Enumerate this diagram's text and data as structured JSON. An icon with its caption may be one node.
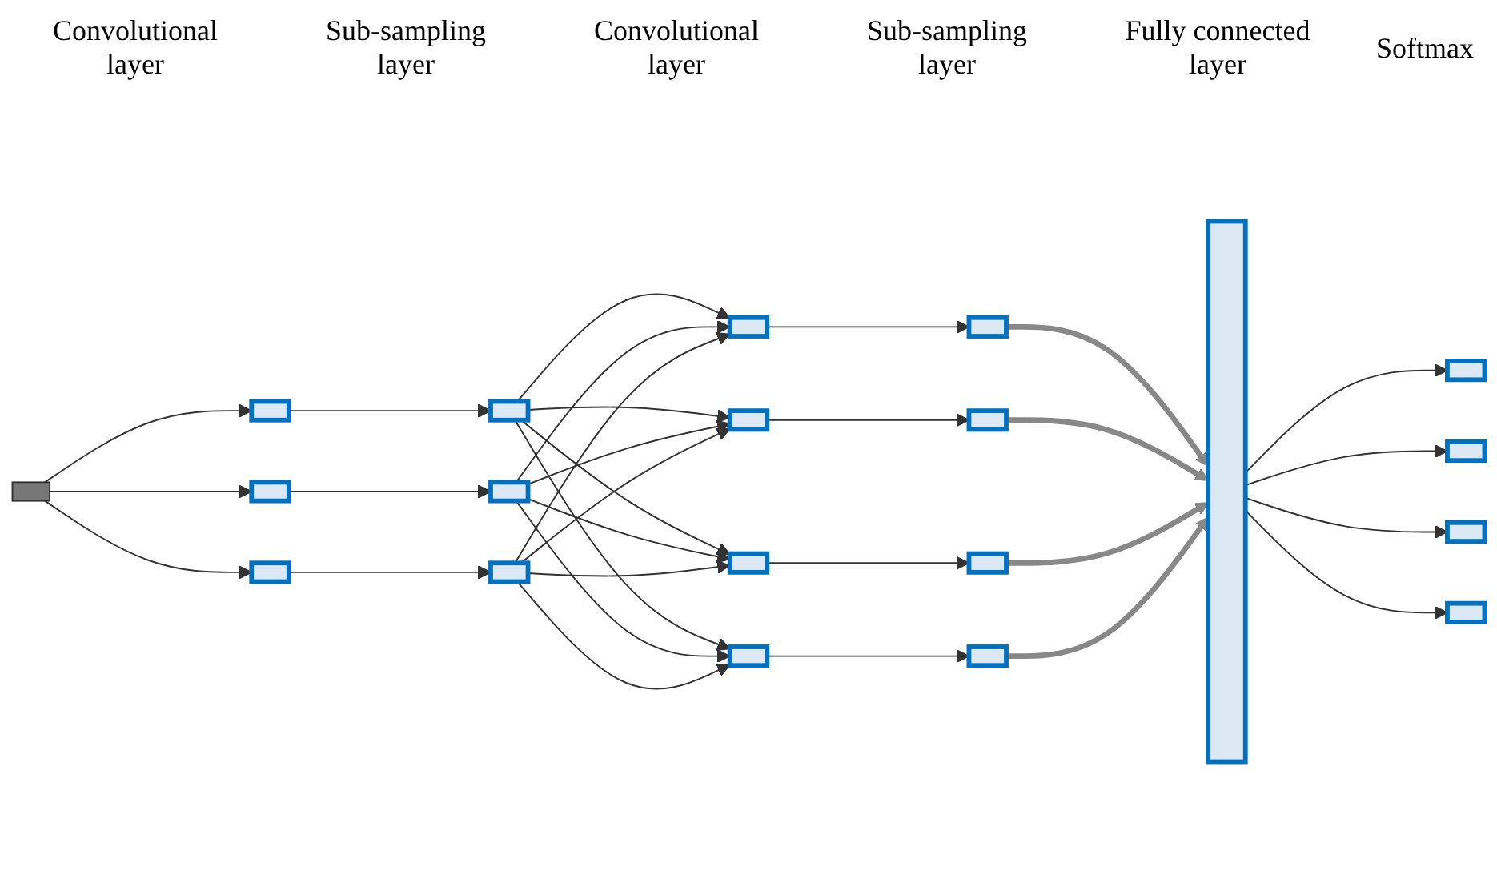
{
  "diagram": {
    "nodes": [
      {
        "text": [],
        "shape": "picture"
      },
      {
        "text": [],
        "shape": "box"
      },
      {
        "text": [],
        "shape": "box"
      },
      {
        "text": [],
        "shape": "box"
      },
      {
        "text": [],
        "shape": "box"
      },
      {
        "text": [],
        "shape": "box"
      },
      {
        "text": [],
        "shape": "box"
      },
      {
        "text": [],
        "shape": "box"
      },
      {
        "text": [],
        "shape": "box"
      },
      {
        "text": [],
        "shape": "box"
      },
      {
        "text": [],
        "shape": "box"
      },
      {
        "text": [],
        "shape": "box"
      },
      {
        "text": [],
        "shape": "box"
      },
      {
        "text": [],
        "shape": "box"
      },
      {
        "text": [],
        "shape": "box"
      },
      {
        "text": [],
        "shape": "bar"
      },
      {
        "text": [],
        "shape": "box"
      },
      {
        "text": [],
        "shape": "box"
      },
      {
        "text": [],
        "shape": "box"
      },
      {
        "text": [],
        "shape": "box"
      }
    ],
    "edges": [
      {
        "from": 0,
        "to": 1,
        "arrow": "to"
      },
      {
        "from": 0,
        "to": 2,
        "arrow": "to"
      },
      {
        "from": 0,
        "to": 3,
        "arrow": "to"
      },
      {
        "from": 1,
        "to": 4,
        "arrow": "to"
      },
      {
        "from": 2,
        "to": 5,
        "arrow": "to"
      },
      {
        "from": 3,
        "to": 6,
        "arrow": "to"
      },
      {
        "from": 4,
        "to": 7,
        "arrow": "to"
      },
      {
        "from": 4,
        "to": 8,
        "arrow": "to"
      },
      {
        "from": 4,
        "to": 9,
        "arrow": "to"
      },
      {
        "from": 4,
        "to": 10,
        "arrow": "to"
      },
      {
        "from": 5,
        "to": 7,
        "arrow": "to"
      },
      {
        "from": 5,
        "to": 8,
        "arrow": "to"
      },
      {
        "from": 5,
        "to": 9,
        "arrow": "to"
      },
      {
        "from": 5,
        "to": 10,
        "arrow": "to"
      },
      {
        "from": 6,
        "to": 7,
        "arrow": "to"
      },
      {
        "from": 6,
        "to": 8,
        "arrow": "to"
      },
      {
        "from": 6,
        "to": 9,
        "arrow": "to"
      },
      {
        "from": 6,
        "to": 10,
        "arrow": "to"
      },
      {
        "from": 7,
        "to": 11,
        "arrow": "to"
      },
      {
        "from": 8,
        "to": 12,
        "arrow": "to"
      },
      {
        "from": 9,
        "to": 13,
        "arrow": "to"
      },
      {
        "from": 10,
        "to": 14,
        "arrow": "to"
      },
      {
        "from": 11,
        "to": 15,
        "arrow": "to",
        "style": "thick"
      },
      {
        "from": 12,
        "to": 15,
        "arrow": "to",
        "style": "thick"
      },
      {
        "from": 13,
        "to": 15,
        "arrow": "to",
        "style": "thick"
      },
      {
        "from": 14,
        "to": 15,
        "arrow": "to",
        "style": "thick"
      },
      {
        "from": 15,
        "to": 16,
        "arrow": "to"
      },
      {
        "from": 15,
        "to": 17,
        "arrow": "to"
      },
      {
        "from": 15,
        "to": 18,
        "arrow": "to"
      },
      {
        "from": 15,
        "to": 19,
        "arrow": "to"
      }
    ],
    "labels": [
      "Convolutional layer",
      "Sub-sampling layer",
      "Convolutional layer",
      "Sub-sampling layer",
      "Fully connected layer",
      "Softmax"
    ]
  }
}
